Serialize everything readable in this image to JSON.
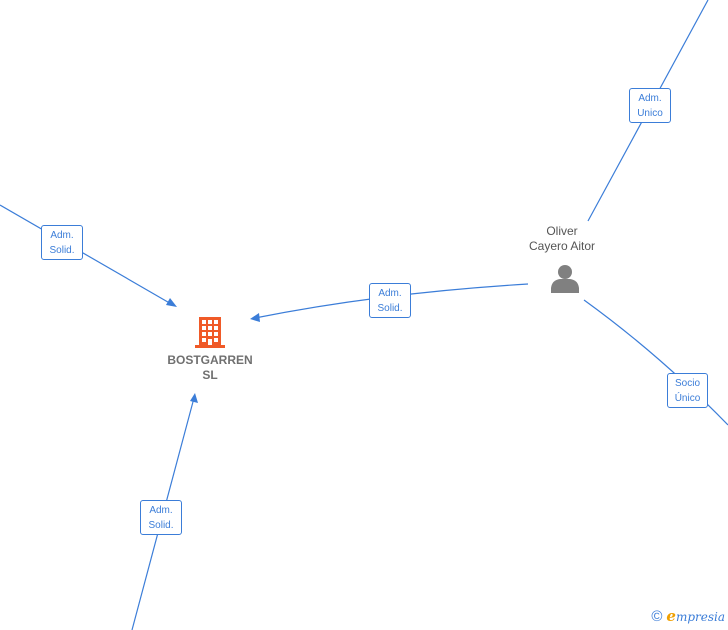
{
  "nodes": {
    "company": {
      "line1": "BOSTGARREN",
      "line2": "SL",
      "icon": "building-icon",
      "color": "#f05a28"
    },
    "person": {
      "line1": "Oliver",
      "line2": "Cayero Aitor",
      "icon": "person-icon",
      "color": "#808080"
    }
  },
  "relations": {
    "adm_solid_top_left": {
      "line1": "Adm.",
      "line2": "Solid."
    },
    "adm_solid_center": {
      "line1": "Adm.",
      "line2": "Solid."
    },
    "adm_solid_bottom": {
      "line1": "Adm.",
      "line2": "Solid."
    },
    "adm_unico": {
      "line1": "Adm.",
      "line2": "Unico"
    },
    "socio_unico": {
      "line1": "Socio",
      "line2": "Único"
    }
  },
  "watermark": {
    "symbol": "©",
    "brand_initial": "e",
    "brand_rest": "mpresia"
  },
  "colors": {
    "edge": "#3b7dd8",
    "company_icon": "#f05a28",
    "person_icon": "#808080"
  }
}
